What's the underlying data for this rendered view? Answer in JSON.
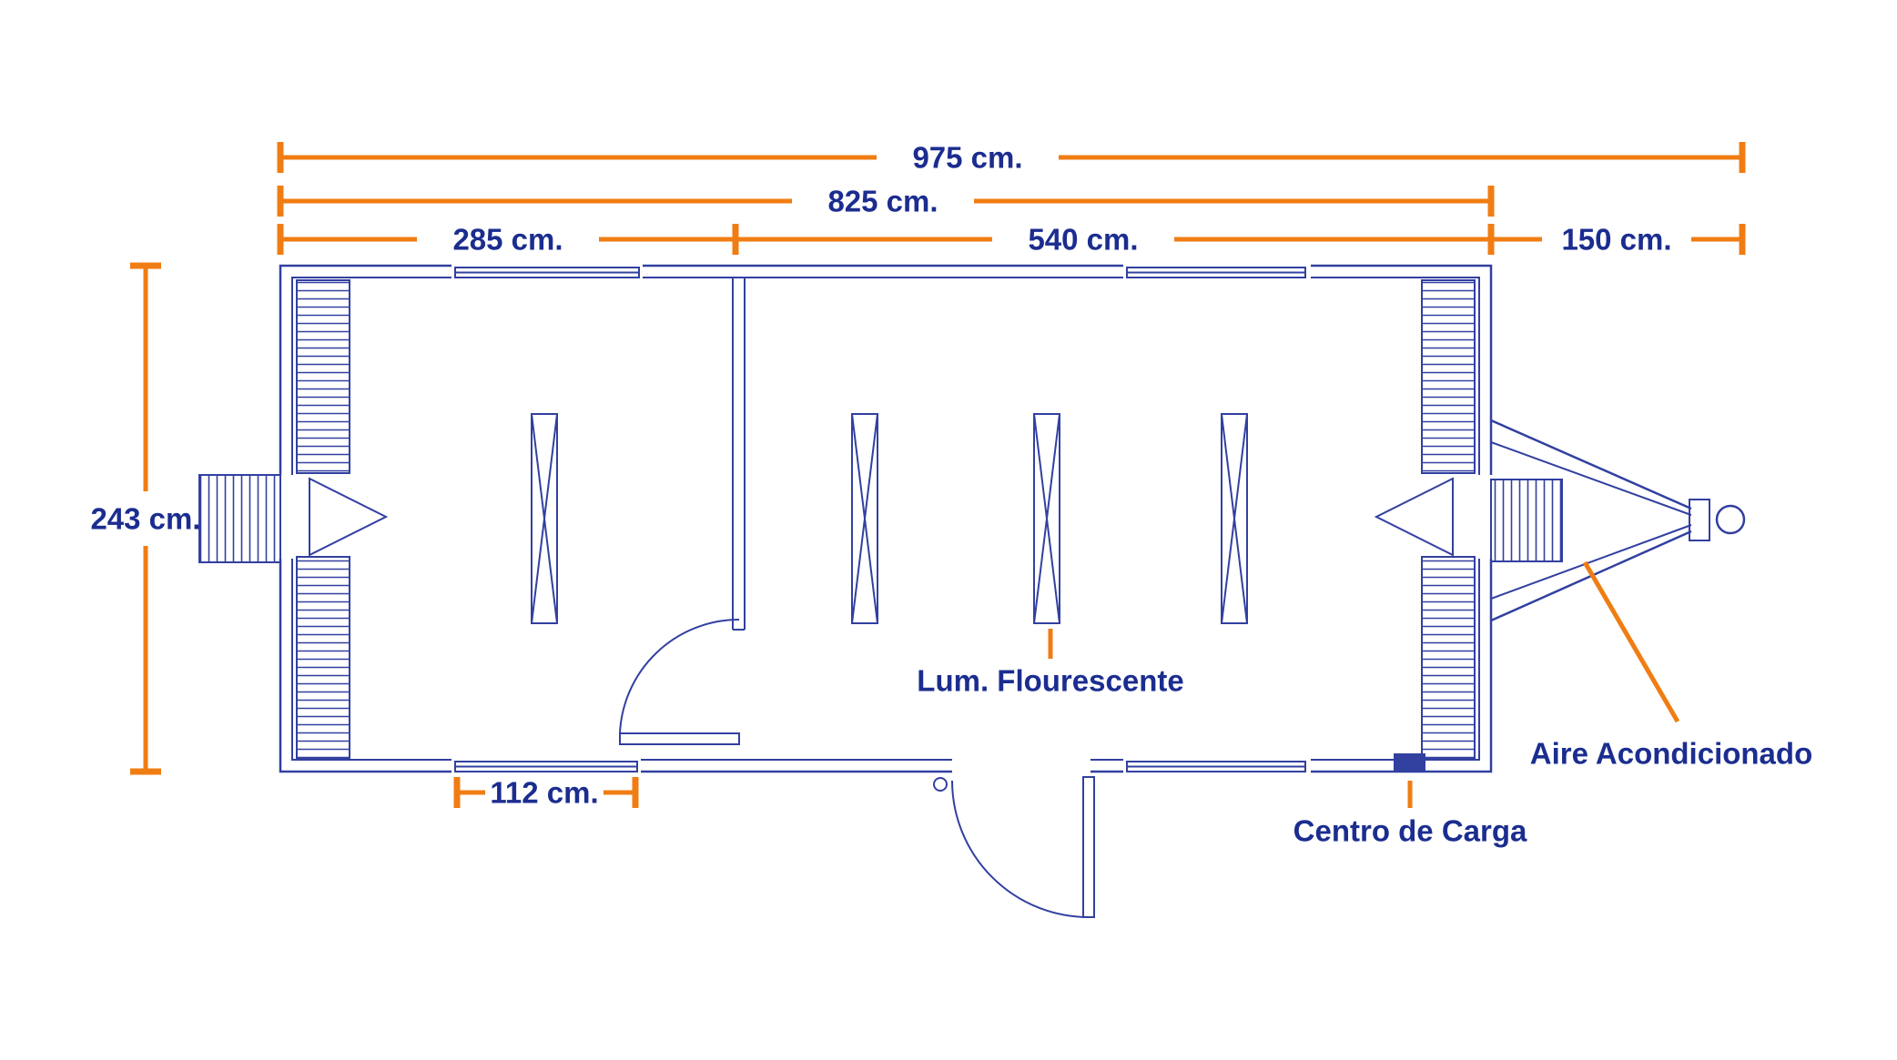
{
  "colors": {
    "dimension": "#F07D13",
    "text": "#1B2D8F",
    "line": "#3240A0",
    "background": "#FFFFFF"
  },
  "dimensions": {
    "total_length": "975 cm.",
    "body_length": "825 cm.",
    "front_section": "285 cm.",
    "main_section": "540 cm.",
    "hitch_length": "150 cm.",
    "width": "243 cm.",
    "window_width": "112 cm."
  },
  "annotations": {
    "fluorescent_light": "Lum. Flourescente",
    "air_conditioner": "Aire Acondicionado",
    "load_center": "Centro de Carga"
  }
}
